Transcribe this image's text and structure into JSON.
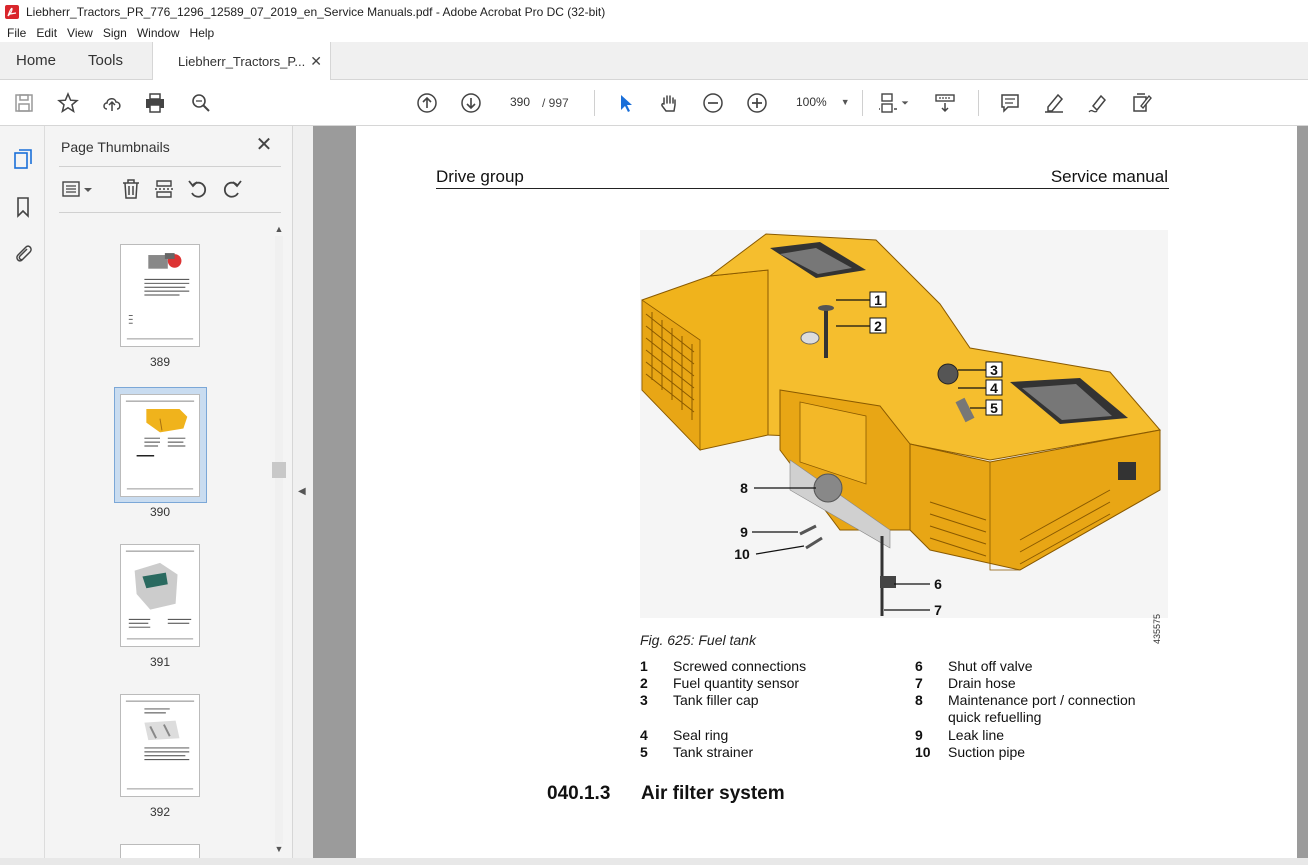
{
  "window": {
    "title": "Liebherr_Tractors_PR_776_1296_12589_07_2019_en_Service Manuals.pdf - Adobe Acrobat Pro DC (32-bit)"
  },
  "menu": [
    "File",
    "Edit",
    "View",
    "Sign",
    "Window",
    "Help"
  ],
  "tabs": {
    "home": "Home",
    "tools": "Tools",
    "document": "Liebherr_Tractors_P..."
  },
  "toolbar": {
    "current_page": "390",
    "total_pages": "/ 997",
    "zoom": "100%"
  },
  "thumbnails": {
    "title": "Page Thumbnails",
    "pages": [
      {
        "label": "389"
      },
      {
        "label": "390",
        "selected": true
      },
      {
        "label": "391"
      },
      {
        "label": "392"
      }
    ]
  },
  "document": {
    "header_left": "Drive group",
    "header_right": "Service manual",
    "figure_id": "435575",
    "callouts": [
      "1",
      "2",
      "3",
      "4",
      "5",
      "6",
      "7",
      "8",
      "9",
      "10"
    ],
    "caption": "Fig. 625: Fuel tank",
    "legend_left": [
      {
        "num": "1",
        "text": "Screwed connections"
      },
      {
        "num": "2",
        "text": "Fuel quantity sensor"
      },
      {
        "num": "3",
        "text": "Tank filler cap"
      },
      {
        "num": "4",
        "text": "Seal ring"
      },
      {
        "num": "5",
        "text": "Tank strainer"
      }
    ],
    "legend_right": [
      {
        "num": "6",
        "text": "Shut off valve"
      },
      {
        "num": "7",
        "text": "Drain hose"
      },
      {
        "num": "8",
        "text": "Maintenance port / connection quick refuelling"
      },
      {
        "num": "9",
        "text": "Leak line"
      },
      {
        "num": "10",
        "text": "Suction pipe"
      }
    ],
    "section_number": "040.1.3",
    "section_title": "Air filter system"
  },
  "colors": {
    "tank_yellow": "#f0b31c",
    "tank_shadow": "#c98a10",
    "selection": "#c9dcf0",
    "acrobat_red": "#d9262c"
  }
}
